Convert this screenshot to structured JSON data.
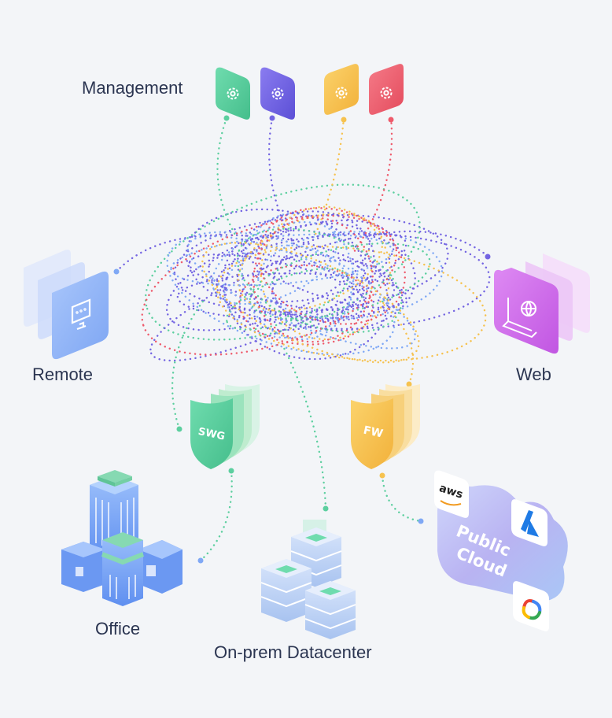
{
  "labels": {
    "management": "Management",
    "remote": "Remote",
    "web": "Web",
    "office": "Office",
    "datacenter": "On-prem Datacenter"
  },
  "shields": {
    "swg": "SWG",
    "fw": "FW"
  },
  "cloud": {
    "line1": "Public",
    "line2": "Cloud",
    "aws": "aws"
  },
  "colors": {
    "green": "#5ccf9f",
    "purple": "#7364e2",
    "yellow": "#f6c24f",
    "red": "#ee5a6b",
    "blue": "#7fa8f5",
    "magenta": "#cc5ce6",
    "cloud": "#b7b6f3"
  },
  "management_icons": [
    "gear-icon",
    "gear-icon",
    "gear-icon",
    "gear-icon"
  ]
}
